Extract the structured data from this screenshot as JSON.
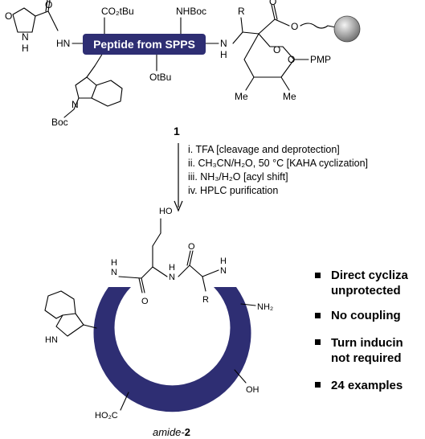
{
  "precursor": {
    "peptide_box_label": "Peptide from SPPS",
    "peptide_box_color": "#2e2e73",
    "atoms": {
      "o_ring_left": "O",
      "nh_ring_left": "N",
      "h_ring_left": "H",
      "o_carbonyl_left": "O",
      "hn_left": "HN",
      "co2tbu": "CO₂tBu",
      "nhboc": "NHBoc",
      "otbu": "OtBu",
      "boc_indole": "Boc",
      "n_indole": "N",
      "n_right": "N",
      "h_right": "H",
      "r_group": "R",
      "o_ester": "O",
      "o_linker": "O",
      "o_ring1": "O",
      "o_ring2": "O",
      "pmp": "PMP",
      "me1": "Me",
      "me2": "Me"
    },
    "compound_number": "1"
  },
  "conditions": [
    "i. TFA [cleavage and deprotection]",
    "ii. CH₃CN/H₂O, 50 °C [KAHA cyclization]",
    "iii. NH₃/H₂O [acyl shift]",
    "iv. HPLC purification"
  ],
  "product": {
    "ring_color": "#2e2e73",
    "atoms": {
      "ho_top": "HO",
      "hn_left": "N",
      "h_left": "H",
      "o_1": "O",
      "nh_mid": "N",
      "h_mid": "H",
      "o_2": "O",
      "nh_right": "N",
      "h_right": "H",
      "r_group": "R",
      "nh2": "NH₂",
      "oh": "OH",
      "hn_indole": "HN",
      "ho2c": "HO₂C"
    },
    "label_italic": "amide-",
    "label_bold": "2"
  },
  "features": [
    "Direct cycliza",
    "unprotected",
    "No coupling",
    "Turn inducin",
    "not required",
    "24 examples"
  ]
}
